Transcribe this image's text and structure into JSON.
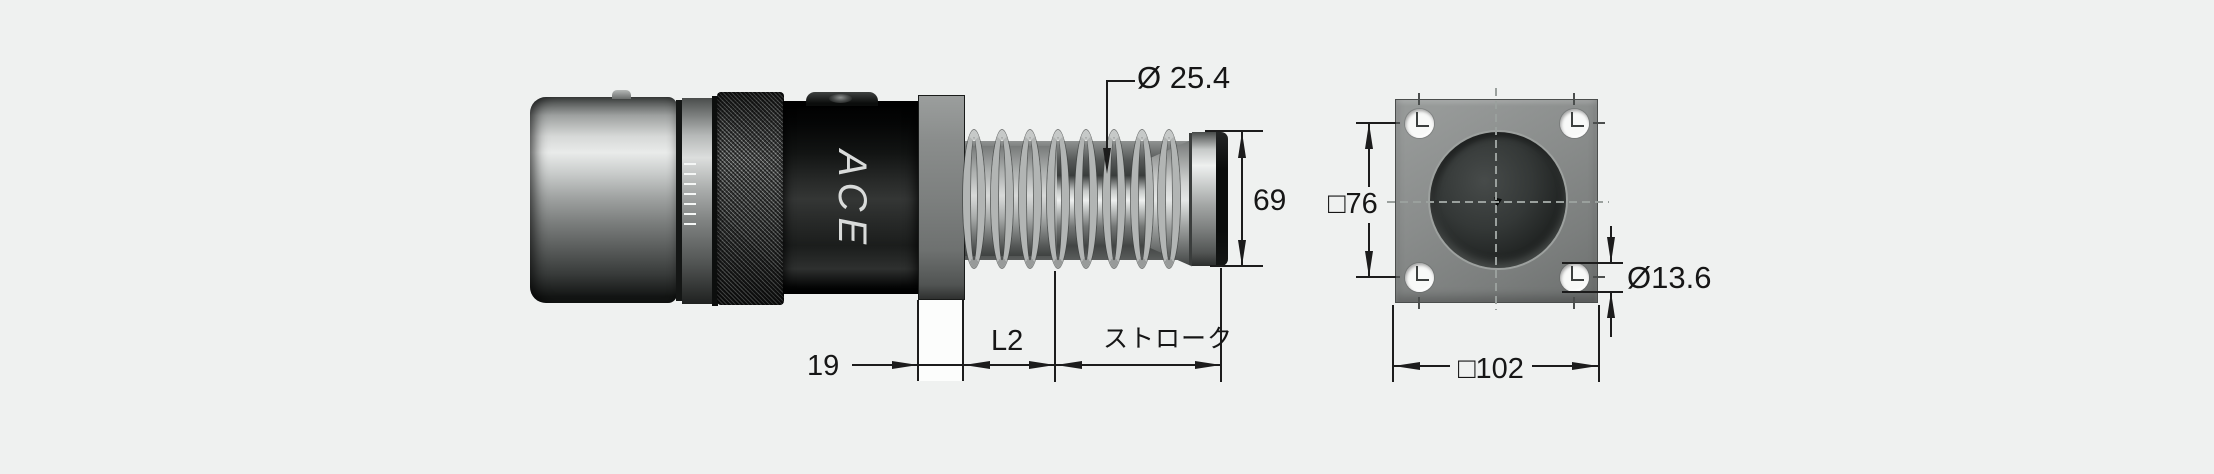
{
  "side_view": {
    "brand_label": "ACE",
    "dims": {
      "outer_diameter": "Ø 25.4",
      "cap_height": "69",
      "flange_thickness": "19",
      "l2": "L2",
      "stroke": "ストローク"
    }
  },
  "front_view": {
    "dims": {
      "bolt_spacing": "□76",
      "hole_diameter": "Ø13.6",
      "flange_size": "□102"
    }
  },
  "colors": {
    "background": "#eff1f0",
    "line": "#1c1c1c",
    "metal_light": "#e8eae9",
    "metal_dark": "#0d0f0e"
  }
}
